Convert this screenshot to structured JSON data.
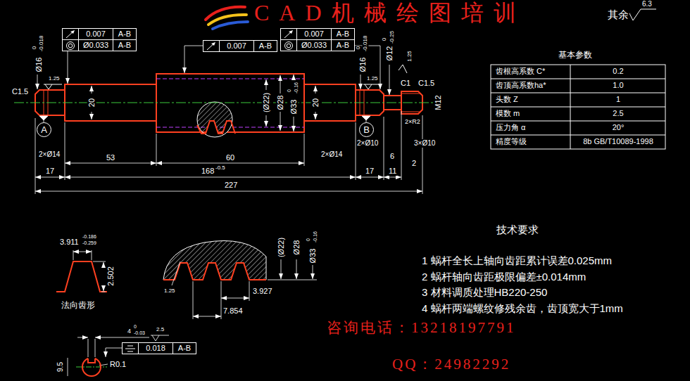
{
  "diagram": {
    "title": "CAD机械绘图培训",
    "nodes": [
      {
        "text": [
          "0.007",
          "A-B"
        ]
      },
      {
        "text": [
          "Ø0.033",
          "A-B"
        ]
      },
      {
        "text": [
          "0.007",
          "A-B"
        ]
      },
      {
        "text": [
          "0.007",
          "A-B"
        ]
      },
      {
        "text": [
          "Ø0.033",
          "A-B"
        ]
      },
      {
        "text": [
          "A"
        ]
      },
      {
        "text": [
          "B"
        ]
      },
      {
        "text": [
          "0.018",
          "A-B"
        ]
      }
    ],
    "labels": [
      "其余",
      "6.3",
      "Ø16",
      "0",
      "-0.018",
      "Ø16",
      "0",
      "-0.018",
      "Ø12",
      "0",
      "-0.25",
      "1.25",
      "1.25",
      "1.25",
      "C1.5",
      "C1",
      "C1.5",
      "M12",
      "20",
      "(Ø22)",
      "Ø28",
      "Ø33",
      "0",
      "-0.16",
      "20",
      "2×Ø14",
      "2×Ø10",
      "2×R2",
      "3×Ø10",
      "2×Ø14",
      "17",
      "53",
      "60",
      "168",
      "-0.5",
      "17",
      "11",
      "6",
      "2",
      "227",
      "3.911",
      "-0.186",
      "-0.259",
      "2.502",
      "法向齿形",
      "(Ø22)",
      "Ø28",
      "Ø33",
      "0",
      "-0.16",
      "3.927",
      "7.854",
      "1.25",
      "技术要求",
      "1 蜗杆全长上轴向齿距累计误差0.025mm",
      "2 蜗杆轴向齿距极限偏差±0.014mm",
      "3 材料调质处理HB220-250",
      "4 蜗杆两端螺纹修残余齿，齿顶宽大于1mm",
      "咨询电话：13218197791",
      "QQ：24982292",
      "基本参数",
      "齿根高系数 C*",
      "0.2",
      "齿顶高系数ha*",
      "1.0",
      "头数 Z",
      "1",
      "模数 m",
      "2.5",
      "压力角 α",
      "20°",
      "精度等级",
      "8b GB/T10089-1998",
      "4",
      "0",
      "-0.03",
      "2.5",
      "R0.1",
      "9.5"
    ]
  }
}
